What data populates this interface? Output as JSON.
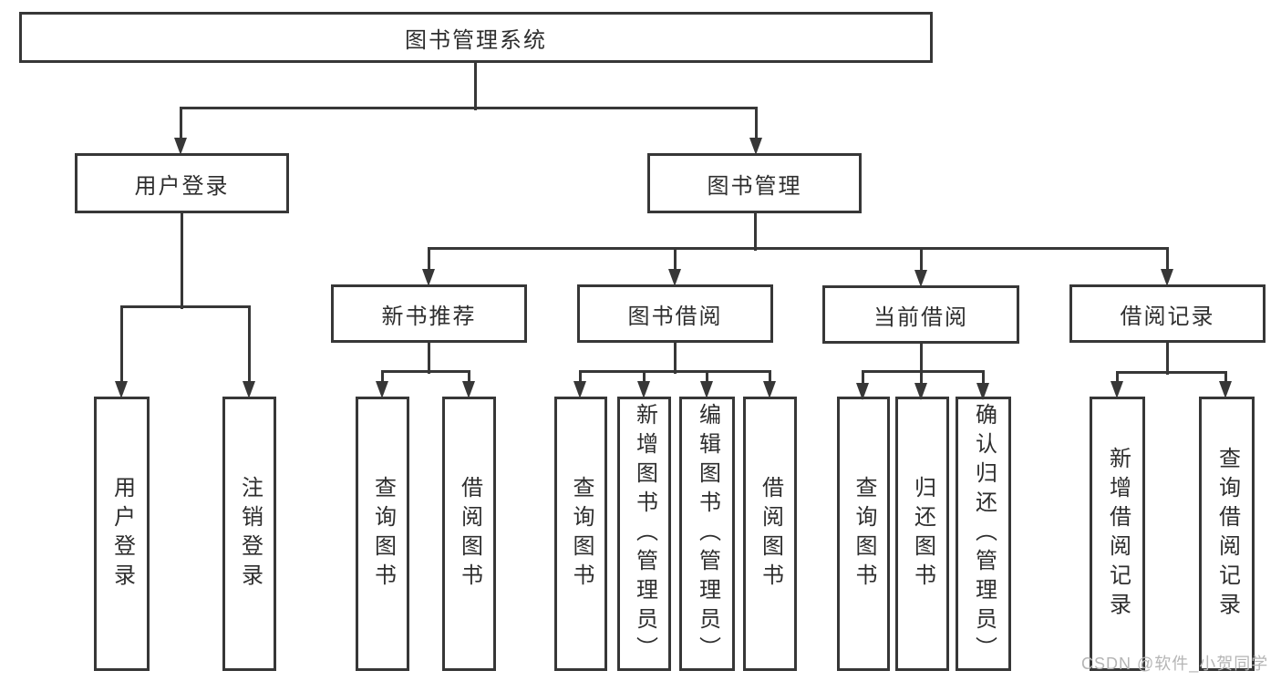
{
  "diagram": {
    "root": "图书管理系统",
    "user_login": {
      "label": "用户登录",
      "children": {
        "login": "用户登录",
        "logout": "注销登录"
      }
    },
    "book_management": {
      "label": "图书管理",
      "new_book_recommend": {
        "label": "新书推荐",
        "children": {
          "query": "查询图书",
          "borrow": "借阅图书"
        }
      },
      "book_borrowing": {
        "label": "图书借阅",
        "children": {
          "query": "查询图书",
          "add": "新增图书（管理员）",
          "edit": "编辑图书（管理员）",
          "borrow": "借阅图书"
        }
      },
      "current_borrowing": {
        "label": "当前借阅",
        "children": {
          "query": "查询图书",
          "return": "归还图书",
          "confirm": "确认归还（管理员）"
        }
      },
      "borrow_records": {
        "label": "借阅记录",
        "children": {
          "add": "新增借阅记录",
          "query": "查询借阅记录"
        }
      }
    }
  },
  "watermark": "CSDN @软件_小贺同学",
  "colors": {
    "line": "#373737",
    "text": "#2e2e2e",
    "watermark": "#b5b5b5",
    "background": "#ffffff"
  }
}
